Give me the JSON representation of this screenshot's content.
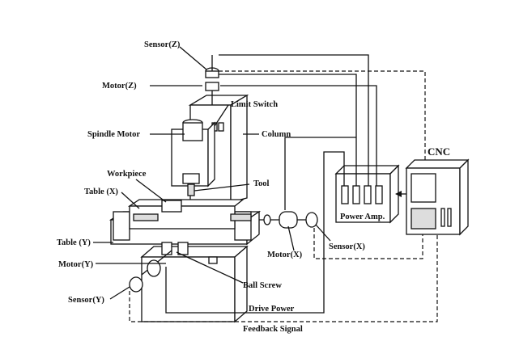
{
  "labels": {
    "sensor_z": "Sensor(Z)",
    "motor_z": "Motor(Z)",
    "limit_switch": "Limit Switch",
    "spindle_motor": "Spindle Motor",
    "column": "Column",
    "cnc": "CNC",
    "workpiece": "Workpiece",
    "tool": "Tool",
    "table_x": "Table (X)",
    "power_amp": "Power Amp.",
    "table_y": "Table (Y)",
    "motor_x": "Motor(X)",
    "sensor_x": "Sensor(X)",
    "motor_y": "Motor(Y)",
    "ball_screw": "Ball Screw",
    "sensor_y": "Sensor(Y)",
    "drive_power": "Drive Power",
    "feedback_signal": "Feedback Signal"
  }
}
